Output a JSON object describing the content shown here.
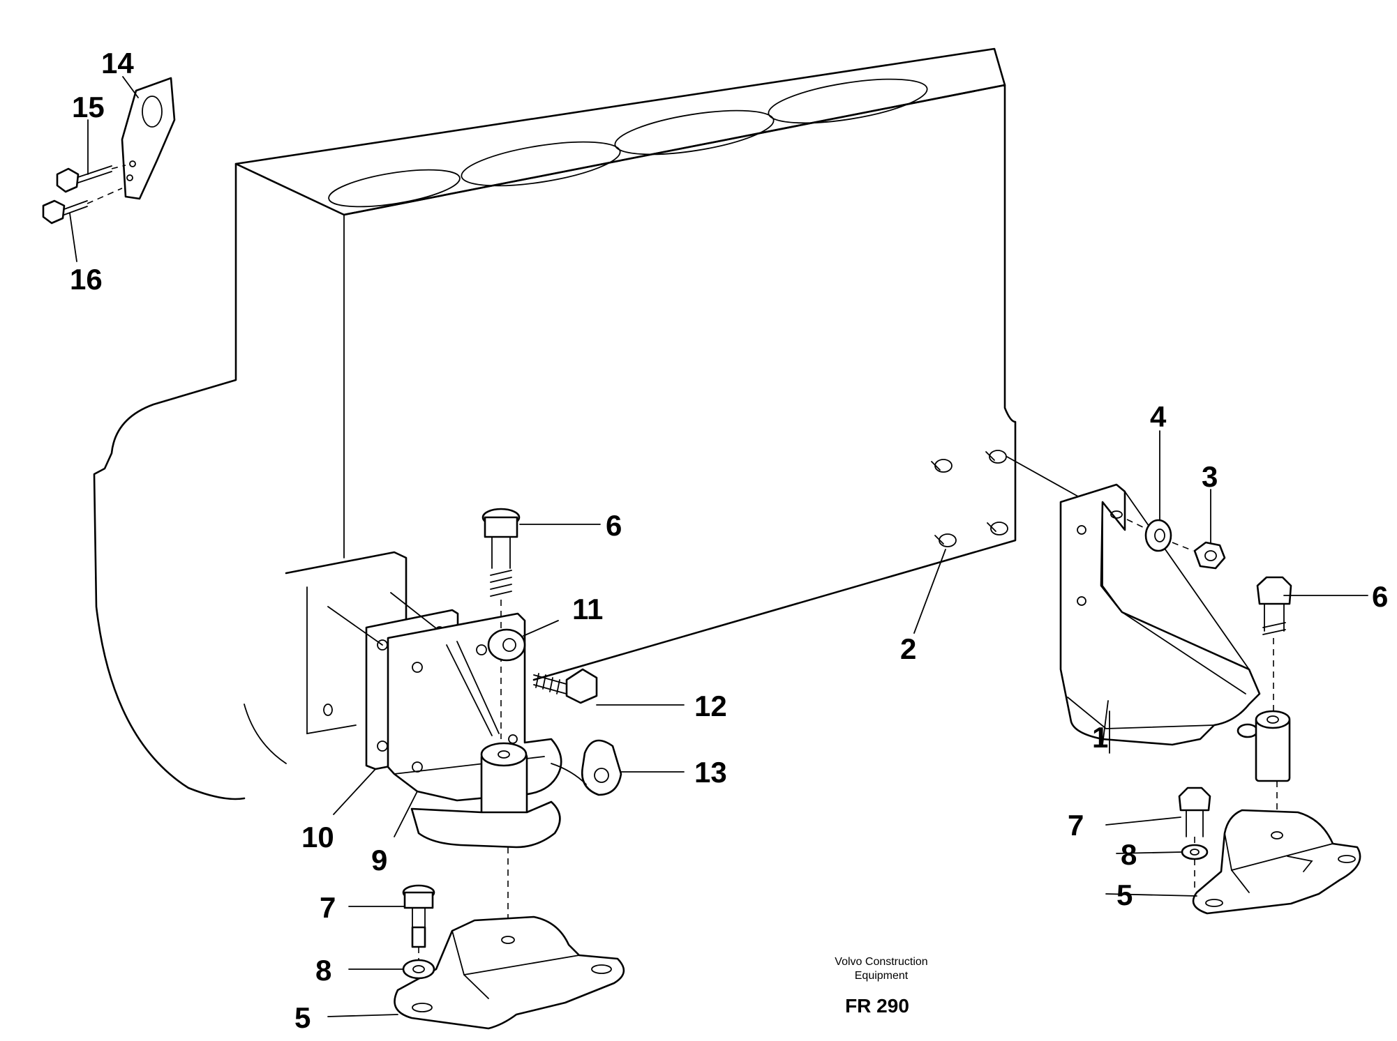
{
  "figure": {
    "credit_line1": "Volvo Construction",
    "credit_line2": "Equipment",
    "figure_number": "FR 290"
  },
  "callouts": [
    {
      "id": "14",
      "text": "14"
    },
    {
      "id": "15",
      "text": "15"
    },
    {
      "id": "16",
      "text": "16"
    },
    {
      "id": "6a",
      "text": "6"
    },
    {
      "id": "11",
      "text": "11"
    },
    {
      "id": "12",
      "text": "12"
    },
    {
      "id": "13",
      "text": "13"
    },
    {
      "id": "10",
      "text": "10"
    },
    {
      "id": "9",
      "text": "9"
    },
    {
      "id": "7a",
      "text": "7"
    },
    {
      "id": "8a",
      "text": "8"
    },
    {
      "id": "5a",
      "text": "5"
    },
    {
      "id": "2",
      "text": "2"
    },
    {
      "id": "4",
      "text": "4"
    },
    {
      "id": "3",
      "text": "3"
    },
    {
      "id": "6b",
      "text": "6"
    },
    {
      "id": "1",
      "text": "1"
    },
    {
      "id": "7b",
      "text": "7"
    },
    {
      "id": "8b",
      "text": "8"
    },
    {
      "id": "5b",
      "text": "5"
    }
  ]
}
